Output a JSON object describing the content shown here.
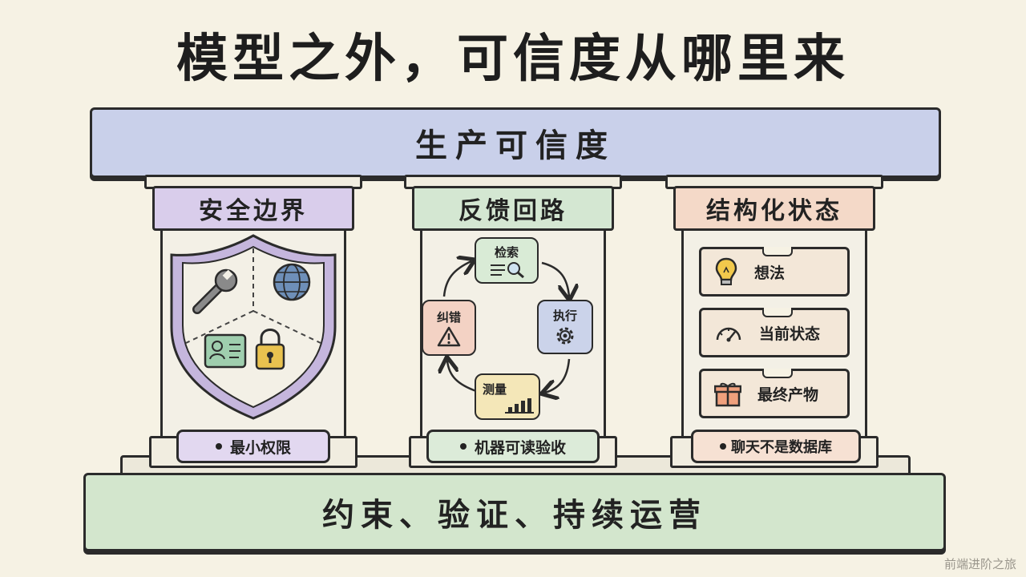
{
  "title": "模型之外，可信度从哪里来",
  "beam_label": "生产可信度",
  "base_label": "约束、验证、持续运营",
  "pillars": [
    {
      "header": "安全边界",
      "footer": "最小权限"
    },
    {
      "header": "反馈回路",
      "footer": "机器可读验收",
      "loop": [
        "检索",
        "执行",
        "测量",
        "纠错"
      ]
    },
    {
      "header": "结构化状态",
      "footer": "聊天不是数据库",
      "drawers": [
        "想法",
        "当前状态",
        "最终产物"
      ]
    }
  ],
  "watermark": "前端进阶之旅",
  "colors": {
    "background": "#f6f2e4",
    "beam": "#c9d0ea",
    "base": "#d3e6cd",
    "security": "#d9cdeb",
    "feedback": "#d4e7d2",
    "state": "#f4d9c8"
  },
  "icons": {
    "security": [
      "wrench-icon",
      "globe-icon",
      "id-card-icon",
      "padlock-icon"
    ],
    "feedback": [
      "search-icon",
      "gear-icon",
      "bar-chart-icon",
      "warning-icon"
    ],
    "state": [
      "lightbulb-icon",
      "gauge-icon",
      "gift-icon"
    ]
  }
}
